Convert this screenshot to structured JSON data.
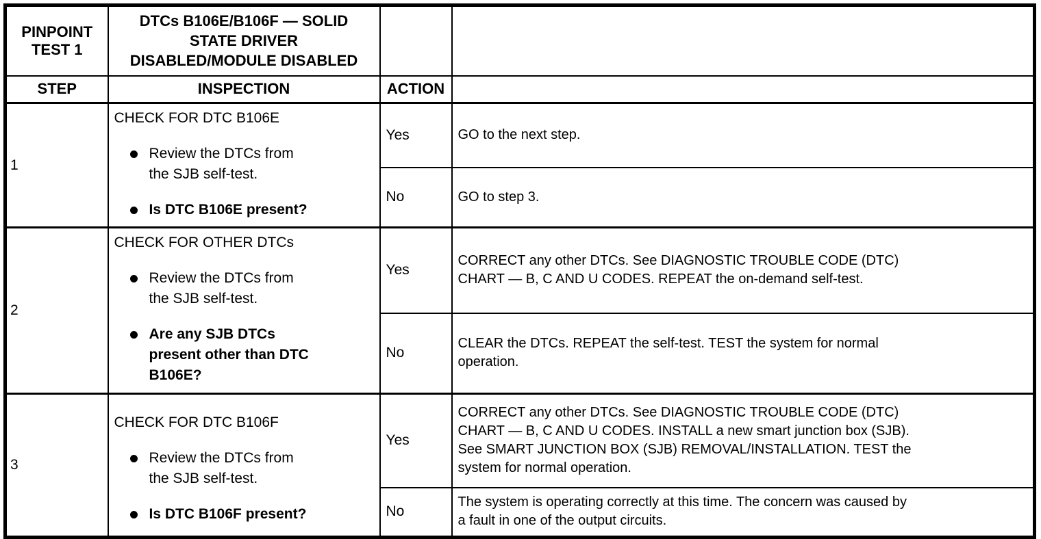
{
  "document": {
    "pinpoint_label": "PINPOINT\nTEST 1",
    "title": "DTCs B106E/B106F — SOLID\nSTATE DRIVER\nDISABLED/MODULE DISABLED",
    "headers": {
      "step": "STEP",
      "inspection": "INSPECTION",
      "action": "ACTION"
    },
    "steps": [
      {
        "number": "1",
        "check_title": "CHECK FOR DTC B106E",
        "bullet_1": "Review the DTCs from\nthe SJB self-test.",
        "bullet_2": "Is DTC B106E present?",
        "yes_label": "Yes",
        "yes_action": "GO to the next step.",
        "no_label": "No",
        "no_action": "GO to step 3."
      },
      {
        "number": "2",
        "check_title": "CHECK FOR OTHER DTCs",
        "bullet_1": "Review the DTCs from\nthe SJB self-test.",
        "bullet_2": "Are any SJB DTCs\npresent other than DTC\nB106E?",
        "yes_label": "Yes",
        "yes_action": "CORRECT any other DTCs. See DIAGNOSTIC TROUBLE CODE (DTC)\nCHART — B, C AND U CODES. REPEAT the on-demand self-test.",
        "no_label": "No",
        "no_action": "CLEAR the DTCs. REPEAT the self-test. TEST the system for normal\noperation."
      },
      {
        "number": "3",
        "check_title": "CHECK FOR DTC B106F",
        "bullet_1": "Review the DTCs from\nthe SJB self-test.",
        "bullet_2": "Is DTC B106F present?",
        "yes_label": "Yes",
        "yes_action": "CORRECT any other DTCs. See DIAGNOSTIC TROUBLE CODE (DTC)\nCHART — B, C AND U CODES. INSTALL a new smart junction box (SJB).\nSee SMART JUNCTION BOX (SJB) REMOVAL/INSTALLATION. TEST the\nsystem for normal operation.",
        "no_label": "No",
        "no_action": "The system is operating correctly at this time. The concern was caused by\na fault in one of the output circuits."
      }
    ],
    "colors": {
      "text": "#000000",
      "background": "#ffffff",
      "border": "#000000"
    }
  }
}
